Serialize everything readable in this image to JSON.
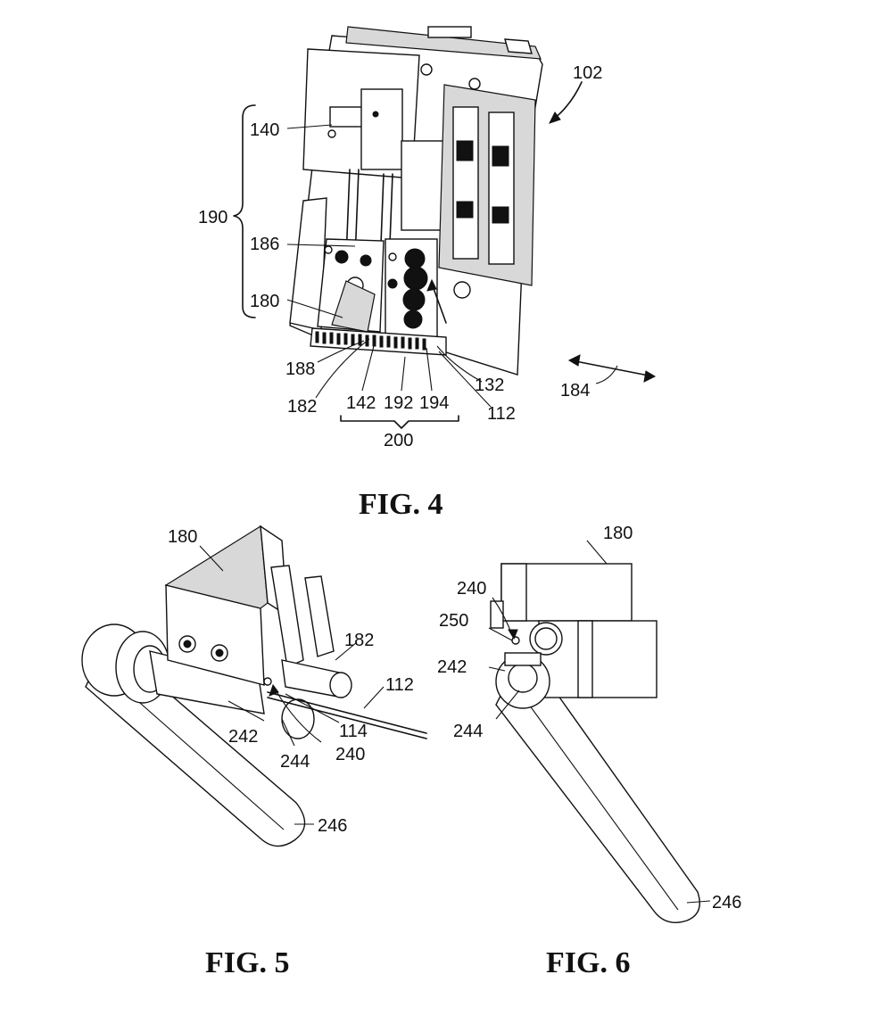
{
  "fig4": {
    "caption": "FIG. 4",
    "labels": {
      "l102": "102",
      "l140": "140",
      "l190": "190",
      "l186": "186",
      "l180": "180",
      "l188": "188",
      "l182": "182",
      "l142": "142",
      "l192": "192",
      "l194": "194",
      "l132": "132",
      "l112": "112",
      "l184": "184",
      "l200": "200"
    }
  },
  "fig5": {
    "caption": "FIG. 5",
    "labels": {
      "l180": "180",
      "l182": "182",
      "l112": "112",
      "l114": "114",
      "l242": "242",
      "l244": "244",
      "l240": "240",
      "l246": "246"
    }
  },
  "fig6": {
    "caption": "FIG. 6",
    "labels": {
      "l180": "180",
      "l240": "240",
      "l250": "250",
      "l242": "242",
      "l244": "244",
      "l246": "246"
    }
  },
  "colors": {
    "ink": "#111111",
    "paper": "#ffffff",
    "shade": "#d8d8d8"
  }
}
